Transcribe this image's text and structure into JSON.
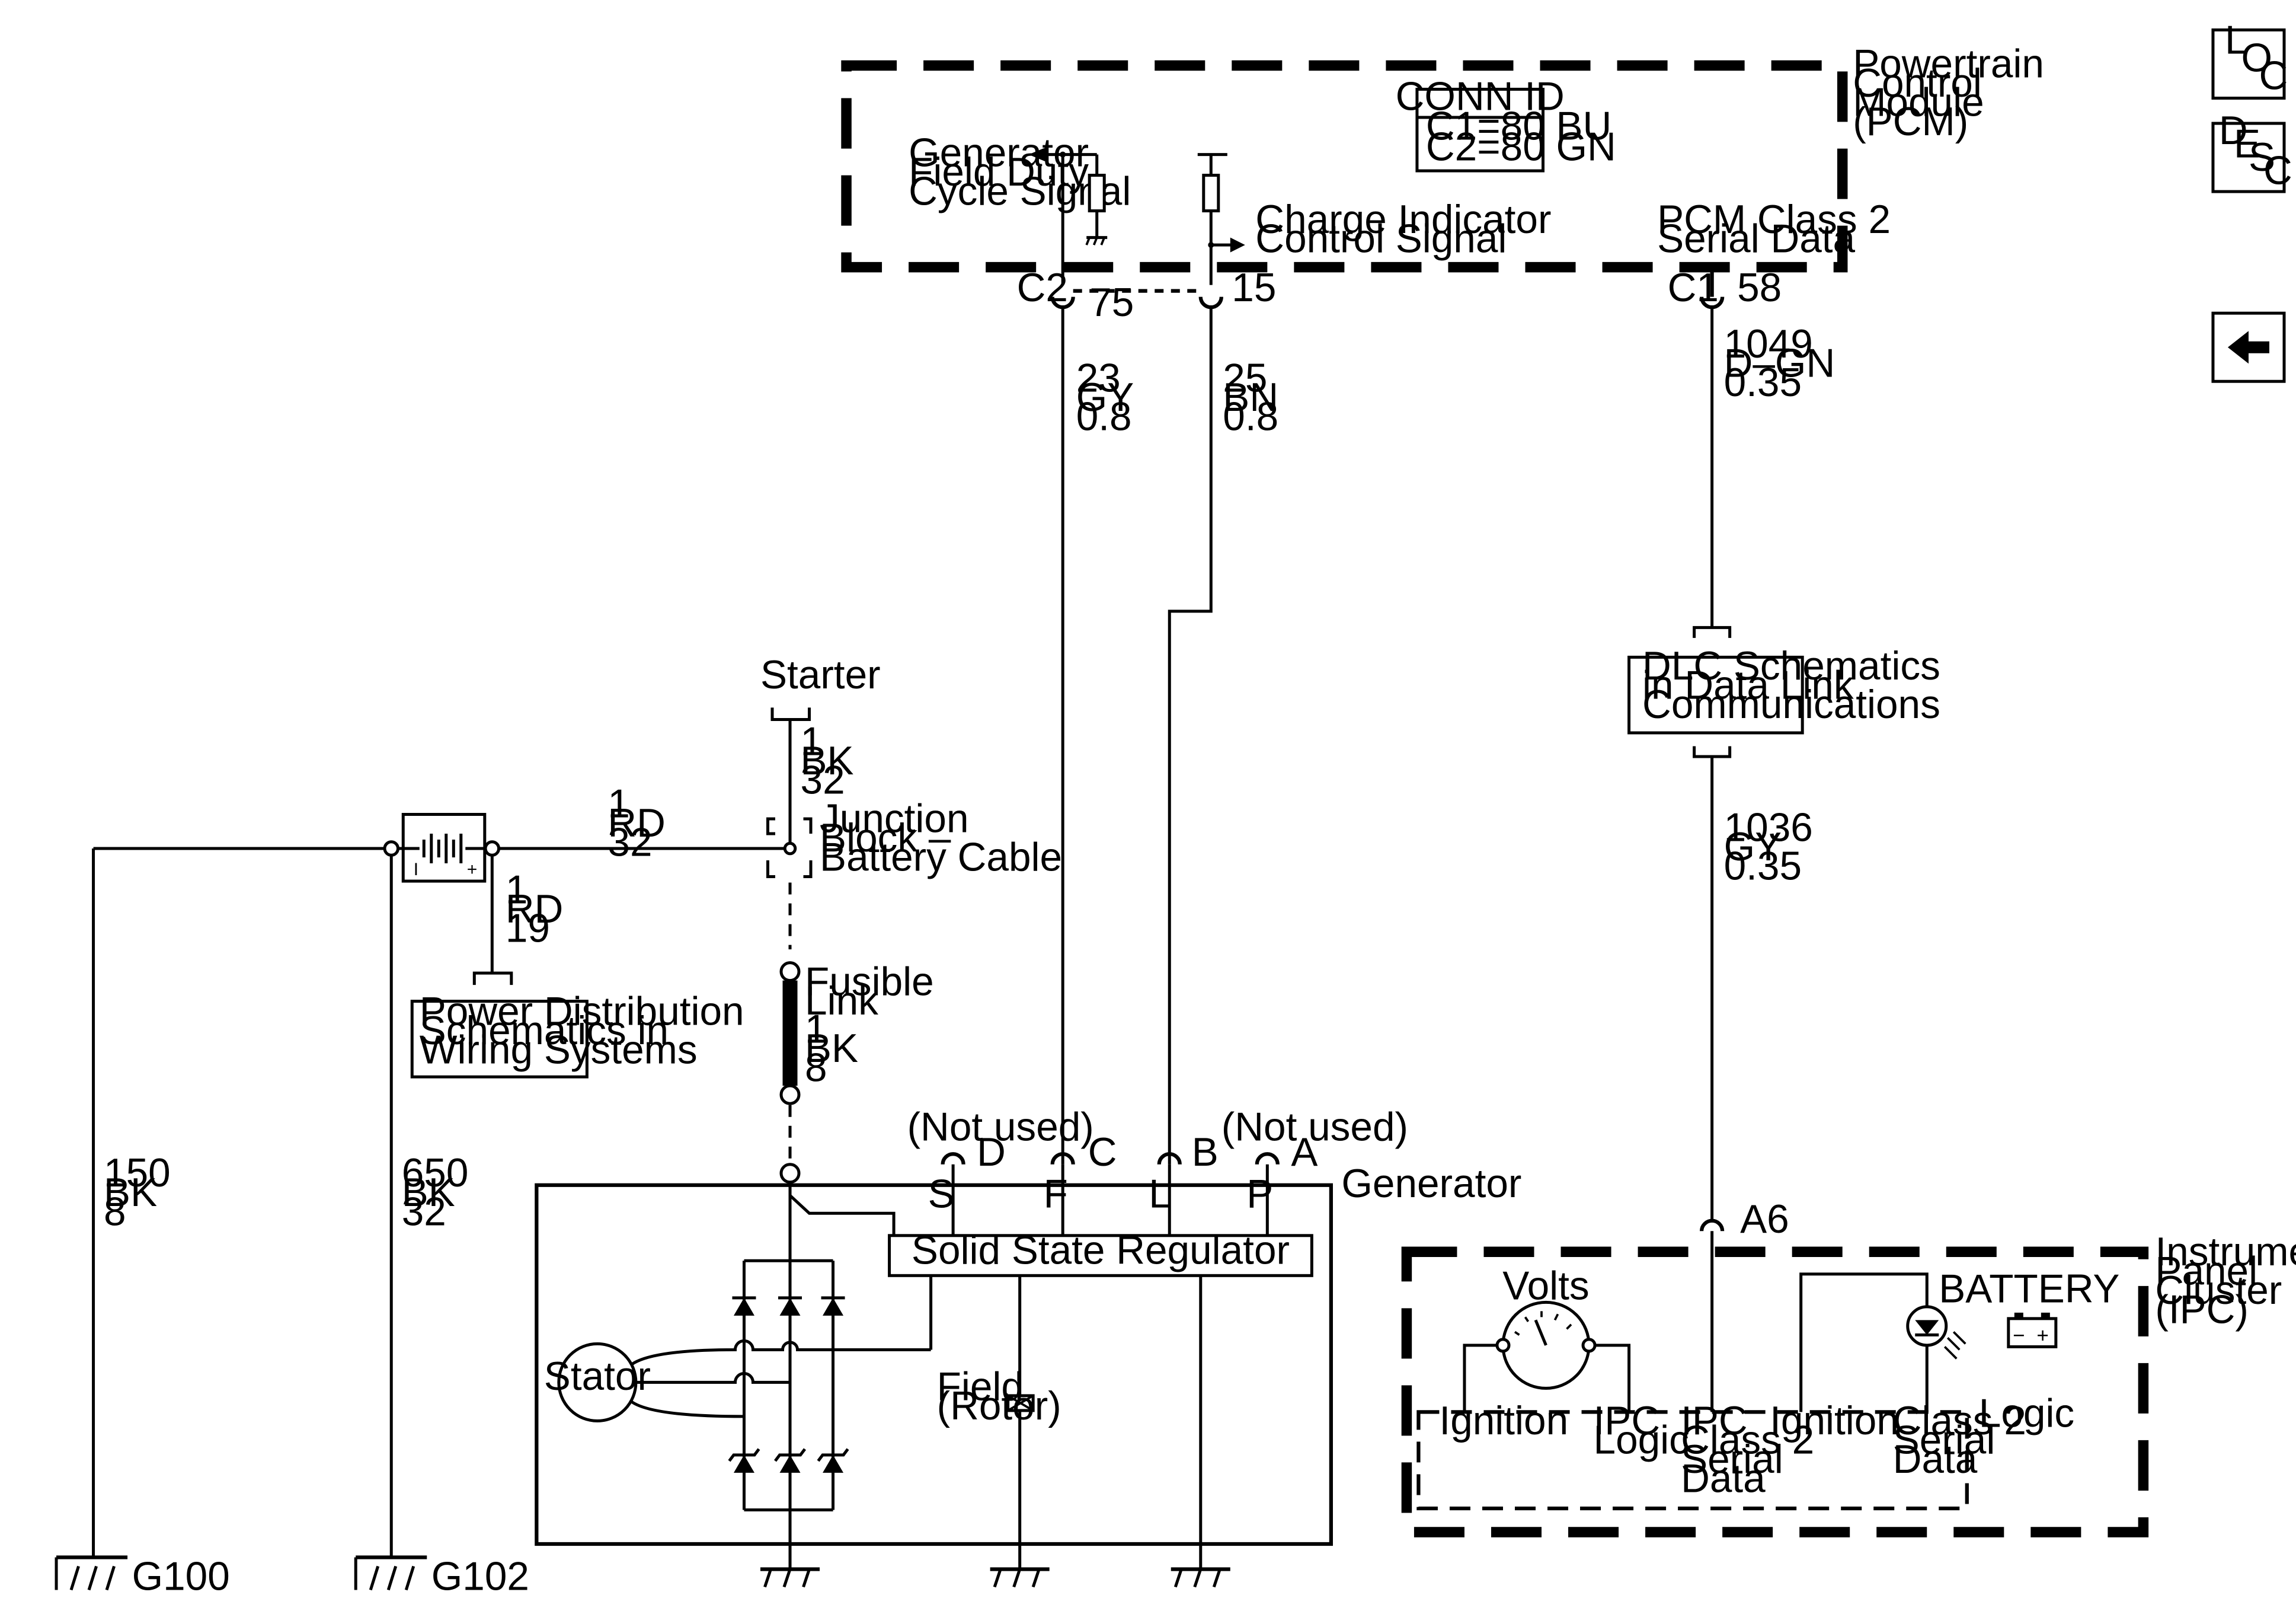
{
  "pcm": {
    "name_lines": [
      "Powertrain",
      "Control",
      "Module",
      "(PCM)"
    ],
    "conn_id_title": "CONN ID",
    "conn_id_lines": [
      "C1=80 BU",
      "C2=80 GN"
    ],
    "gen_field_lines": [
      "Generator",
      "Field Duty",
      "Cycle Signal"
    ],
    "charge_indicator_lines": [
      "Charge Indicator",
      "Control Signal"
    ],
    "class2_lines": [
      "PCM Class 2",
      "Serial Data"
    ]
  },
  "pins": {
    "c2": "C2",
    "c2_pin": "75",
    "pin15": "15",
    "c1": "C1",
    "c1_pin": "58",
    "a6": "A6"
  },
  "wires": {
    "w23": [
      "23",
      "GY",
      "0.8"
    ],
    "w25": [
      "25",
      "BN",
      "0.8"
    ],
    "w1049": [
      "1049",
      "D–GN",
      "0.35"
    ],
    "w1036": [
      "1036",
      "GY",
      "0.35"
    ],
    "w_starter": [
      "1",
      "BK",
      "32"
    ],
    "w_bat_rd": [
      "1",
      "RD",
      "32"
    ],
    "w_pd_rd": [
      "1",
      "RD",
      "19"
    ],
    "w_fusible": [
      "1",
      "BK",
      "8"
    ],
    "w150": [
      "150",
      "BK",
      "8"
    ],
    "w650": [
      "650",
      "BK",
      "32"
    ]
  },
  "labels": {
    "starter": "Starter",
    "junction_lines": [
      "Junction",
      "Block –",
      "Battery Cable"
    ],
    "fusible_lines": [
      "Fusible",
      "Link"
    ],
    "power_dist_lines": [
      "Power Distribution",
      "Schematics in",
      "Wiring Systems"
    ],
    "dlc_lines": [
      "DLC Schematics",
      "in Data Link",
      "Communications"
    ],
    "battery_minus": "I",
    "battery_plus": "+",
    "g100": "G100",
    "g102": "G102"
  },
  "generator": {
    "name": "Generator",
    "regulator": "Solid State Regulator",
    "stator": "Stator",
    "field_lines": [
      "Field",
      "(Rotor)"
    ],
    "not_used": "(Not used)",
    "terminals": [
      "D",
      "C",
      "B",
      "A"
    ],
    "inner_terminals": [
      "S",
      "F",
      "L",
      "P"
    ]
  },
  "ipc": {
    "name_lines": [
      "Instrument",
      "Panel",
      "Cluster",
      "(IPC)"
    ],
    "volts": "Volts",
    "battery": "BATTERY",
    "battery_minus": "−",
    "battery_plus": "+",
    "logic": "Logic",
    "ignition": "Ignition",
    "ipc_logic_lines": [
      "IPC",
      "Logic"
    ],
    "ipc_class2_lines": [
      "IPC",
      "Class 2",
      "Serial",
      "Data"
    ],
    "class2_lines": [
      "Class 2",
      "Serial",
      "Data"
    ]
  },
  "nav": {
    "loc": [
      "L",
      "O",
      "C"
    ],
    "desc": [
      "D",
      "E",
      "S",
      "C"
    ],
    "back_icon": "left-arrow-icon"
  }
}
